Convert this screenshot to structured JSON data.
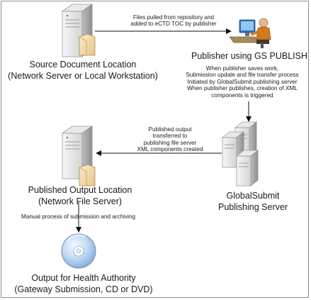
{
  "nodes": {
    "source": {
      "title": "Source Document Location",
      "subtitle": "(Network Server or Local Workstation)",
      "icon": "server-with-document-icon"
    },
    "publisher": {
      "title": "Publisher using GS PUBLISH",
      "icon": "person-at-computer-icon"
    },
    "globalsubmit": {
      "title": "GlobalSubmit",
      "subtitle": "Publishing Server",
      "icon": "server-cluster-icon"
    },
    "published_output": {
      "title": "Published Output Location",
      "subtitle": "(Network File Server)",
      "icon": "server-with-document-icon"
    },
    "health_authority": {
      "title": "Output for Health Authority",
      "subtitle": "(Gateway Submission, CD or DVD)",
      "icon": "cd-disc-icon"
    }
  },
  "edges": {
    "source_to_publisher": [
      "Files pulled from repository and",
      "added to eCTD TOC by publisher"
    ],
    "publisher_to_server": [
      "When publisher saves work,",
      "Submission update and file transfer process",
      "Initiated by GlobalSubmit publishing server",
      "When publisher publishes, creation of XML",
      "components is triggered"
    ],
    "server_to_output": [
      "Published output",
      "transferred to",
      "publishing file server",
      "XML components created"
    ],
    "output_to_authority": "Manual process of submission and archiving"
  },
  "colors": {
    "server_light": "#eeeeee",
    "server_dark": "#b9b9b9",
    "document": "#f4dca8",
    "arrow": "#111111",
    "disc": "#b8d4f0"
  }
}
